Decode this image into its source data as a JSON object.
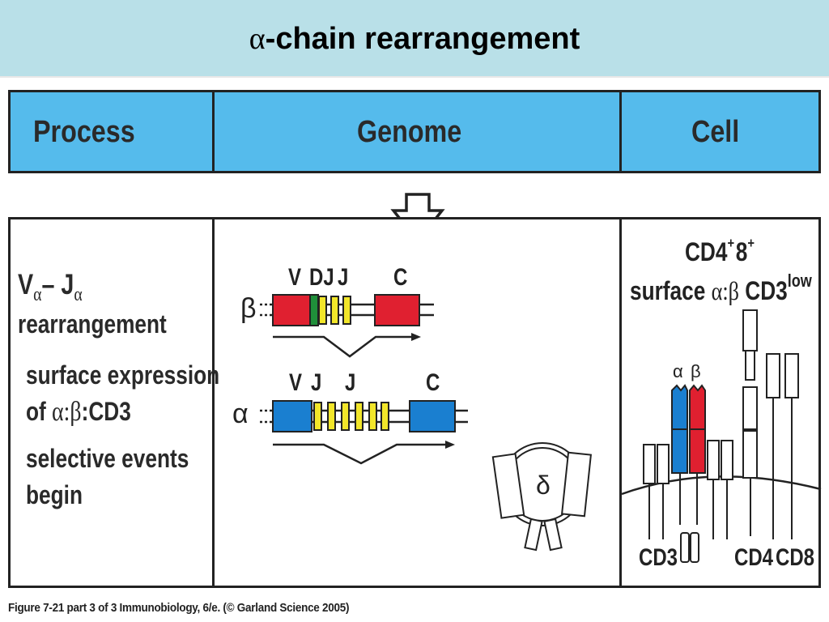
{
  "slide": {
    "title_symbol": "α",
    "title_text": "-chain rearrangement"
  },
  "table": {
    "headers": [
      "Process",
      "Genome",
      "Cell"
    ]
  },
  "process": {
    "heading_main_1": "V",
    "heading_sub_1": "α",
    "heading_dash": "– J",
    "heading_sub_2": "α",
    "heading_line2": "rearrangement",
    "line_a": "surface expression",
    "line_b_pre": "of ",
    "line_b_sym": "α:β",
    "line_b_post": ":CD3",
    "line_c": "selective events",
    "line_d": "begin"
  },
  "genome": {
    "beta_label": "β",
    "beta_segments": [
      "V",
      "DJ",
      "J",
      "C"
    ],
    "alpha_label": "α",
    "alpha_segments": [
      "V",
      "J",
      "J",
      "C"
    ],
    "delta_label": "δ",
    "segment_colors": {
      "beta_V": "#e02030",
      "beta_D": "#1f8f3a",
      "J": "#f2e62a",
      "beta_C": "#e02030",
      "alpha_V": "#1a7fd0",
      "alpha_C": "#1a7fd0"
    }
  },
  "cell": {
    "state_pre": "CD4",
    "state_sup1": "+",
    "state_mid": "8",
    "state_sup2": "+",
    "surface_pre": "surface ",
    "surface_sym": "α:β",
    "surface_post": " CD3",
    "surface_sup": "low",
    "alpha_chain_label": "α",
    "beta_chain_label": "β",
    "cd3_label": "CD3",
    "cd4_label": "CD4",
    "cd8_label": "CD8",
    "alpha_color": "#1a7fd0",
    "beta_color": "#e02030"
  },
  "caption": "Figure 7-21 part 3 of 3  Immunobiology, 6/e. (© Garland Science 2005)"
}
